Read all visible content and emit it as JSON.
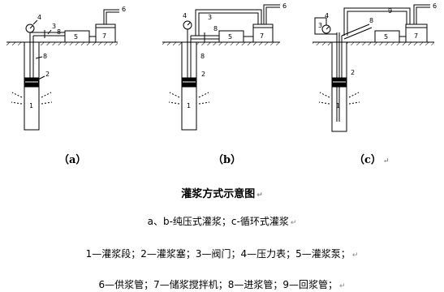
{
  "diagrams": {
    "a": {
      "caption": "（a）"
    },
    "b": {
      "caption": "（b）"
    },
    "c": {
      "caption": "（c）"
    },
    "callouts": [
      "1",
      "2",
      "3",
      "4",
      "5",
      "6",
      "7",
      "8",
      "9"
    ]
  },
  "return_mark": "↵",
  "text": {
    "title": "灌浆方式示意图",
    "subtitle": "a、b-纯压式灌浆；c-循环式灌浆",
    "legend_1": "1—灌浆段；2—灌浆塞；3—阀门；4—压力表；5—灌浆泵；",
    "legend_2": "6—供浆管；7—储浆搅拌机；8—进浆管；9—回浆管；"
  }
}
